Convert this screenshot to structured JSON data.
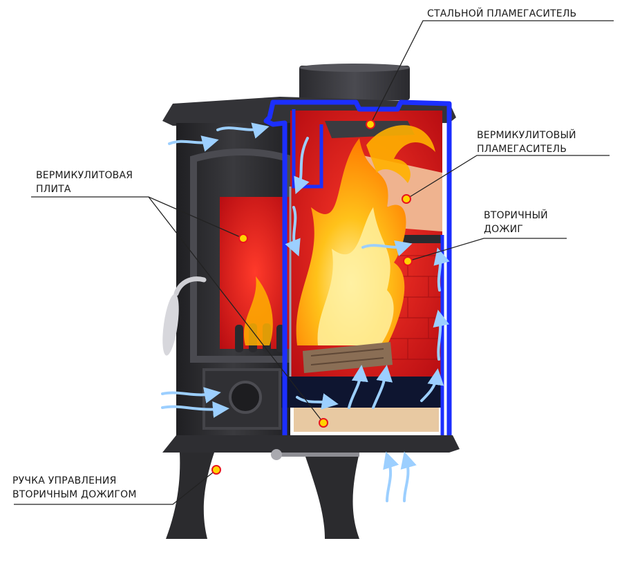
{
  "labels": {
    "steel_baffle": [
      "СТАЛЬНОЙ ПЛАМЕГАСИТЕЛЬ"
    ],
    "vermiculite_baffle": [
      "ВЕРМИКУЛИТОВЫЙ",
      "ПЛАМЕГАСИТЕЛЬ"
    ],
    "vermiculite_plate": [
      "ВЕРМИКУЛИТОВАЯ",
      "ПЛИТА"
    ],
    "secondary_burn": [
      "ВТОРИЧНЫЙ",
      "ДОЖИГ"
    ],
    "control_handle": [
      "РУЧКА УПРАВЛЕНИЯ",
      "ВТОРИЧНЫМ ДОЖИГОМ"
    ]
  },
  "colors": {
    "stove_body": "#2b2b2e",
    "casing_outline": "#1c2fff",
    "firebox_red": "#e8141e",
    "vermiculite": "#efb38f",
    "flame_outer": "#ff8a00",
    "flame_inner": "#ffe066",
    "air_arrow": "#9ccfff",
    "marker": "#ffd400",
    "leader_line": "#222222"
  }
}
